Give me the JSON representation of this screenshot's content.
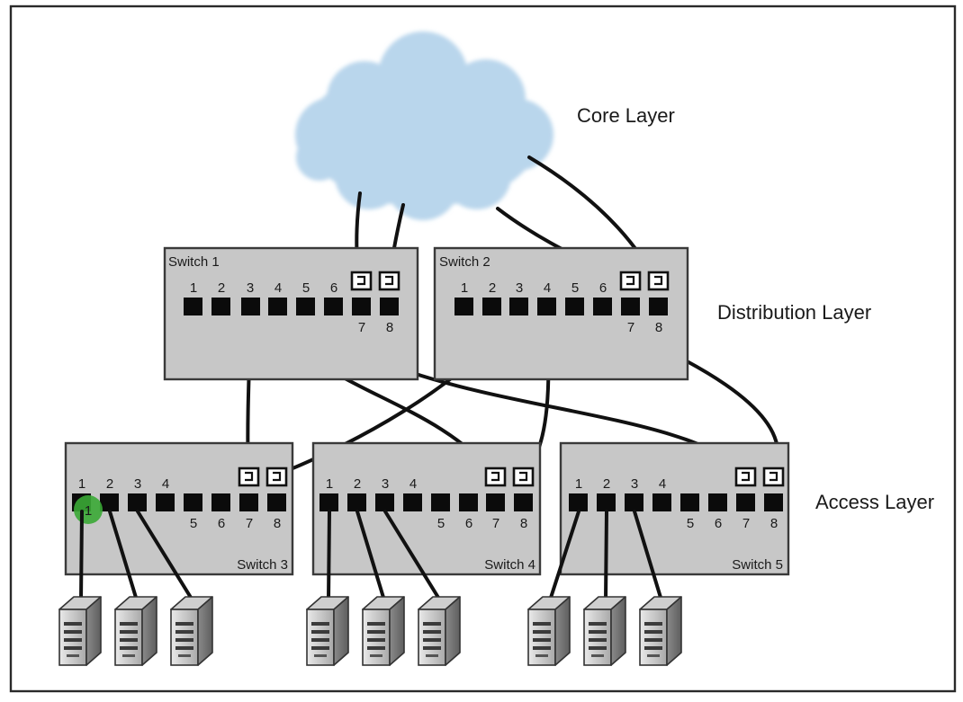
{
  "layers": {
    "core": "Core Layer",
    "distribution": "Distribution Layer",
    "access": "Access Layer"
  },
  "switches": {
    "s1": {
      "name": "Switch 1",
      "ports": [
        "1",
        "2",
        "3",
        "4",
        "5",
        "6",
        "7",
        "8"
      ]
    },
    "s2": {
      "name": "Switch 2",
      "ports": [
        "1",
        "2",
        "3",
        "4",
        "5",
        "6",
        "7",
        "8"
      ]
    },
    "s3": {
      "name": "Switch 3",
      "ports": [
        "1",
        "2",
        "3",
        "4",
        "5",
        "6",
        "7",
        "8"
      ]
    },
    "s4": {
      "name": "Switch 4",
      "ports": [
        "1",
        "2",
        "3",
        "4",
        "5",
        "6",
        "7",
        "8"
      ]
    },
    "s5": {
      "name": "Switch 5",
      "ports": [
        "1",
        "2",
        "3",
        "4",
        "5",
        "6",
        "7",
        "8"
      ]
    }
  },
  "highlight": {
    "label": "1",
    "color": "#3aa935"
  },
  "colors": {
    "cloud": "#b9d6ec",
    "switch": "#c7c7c7",
    "cable": "#111111"
  }
}
